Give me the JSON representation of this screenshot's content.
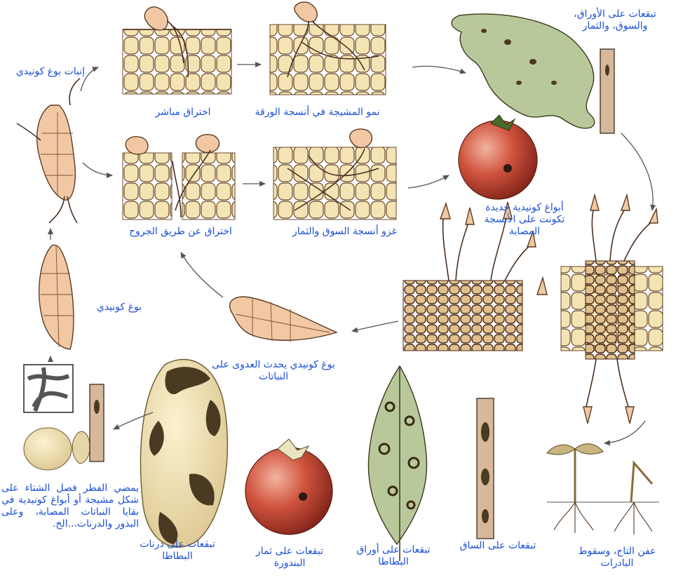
{
  "labels": {
    "germination": "إنبات بوغ كونيدي",
    "direct_penetration": "اختراق مباشر",
    "mycelium_growth": "نمو المشيجة في أنسجة الورقة",
    "lesions_leaves_stems_fruits": "تبقعات على الأوراق، والسوق، والثمار",
    "wound_penetration": "اختراق عن طريق الجروح",
    "stem_fruit_invasion": "غزو أنسجة السوق والثمار",
    "new_conidia": "أبواغ كونيدية جديدة تكونت على الأنسجة المصابة",
    "conidium": "بوغ كونيدي",
    "infecting_conidium": "بوغ كونيدي يحدث العدوى على النباتات",
    "overwintering": "يمضي الفطر فصل الشتاء على شكل مشيجة أو أبواغ كونيدية في بقايا النباتات المصابة، وعلى البذور والدرنات...الخ.",
    "tuber_lesions": "تبقعات على درنات البطاطا",
    "tomato_fruit_lesions": "تبقعات على ثمار البندورة",
    "potato_leaf_lesions": "تبقعات على أوراق البطاطا",
    "stem_lesions": "تبقعات على الساق",
    "collar_rot": "عفن التاج، وسقوط البادرات"
  },
  "colors": {
    "label": "#1a4fd8",
    "cell_fill": "#f4e4b4",
    "tomato": "#c84030",
    "leaf": "#b9c89a",
    "potato": "#efe0b0",
    "lesion": "#4a3a22"
  }
}
